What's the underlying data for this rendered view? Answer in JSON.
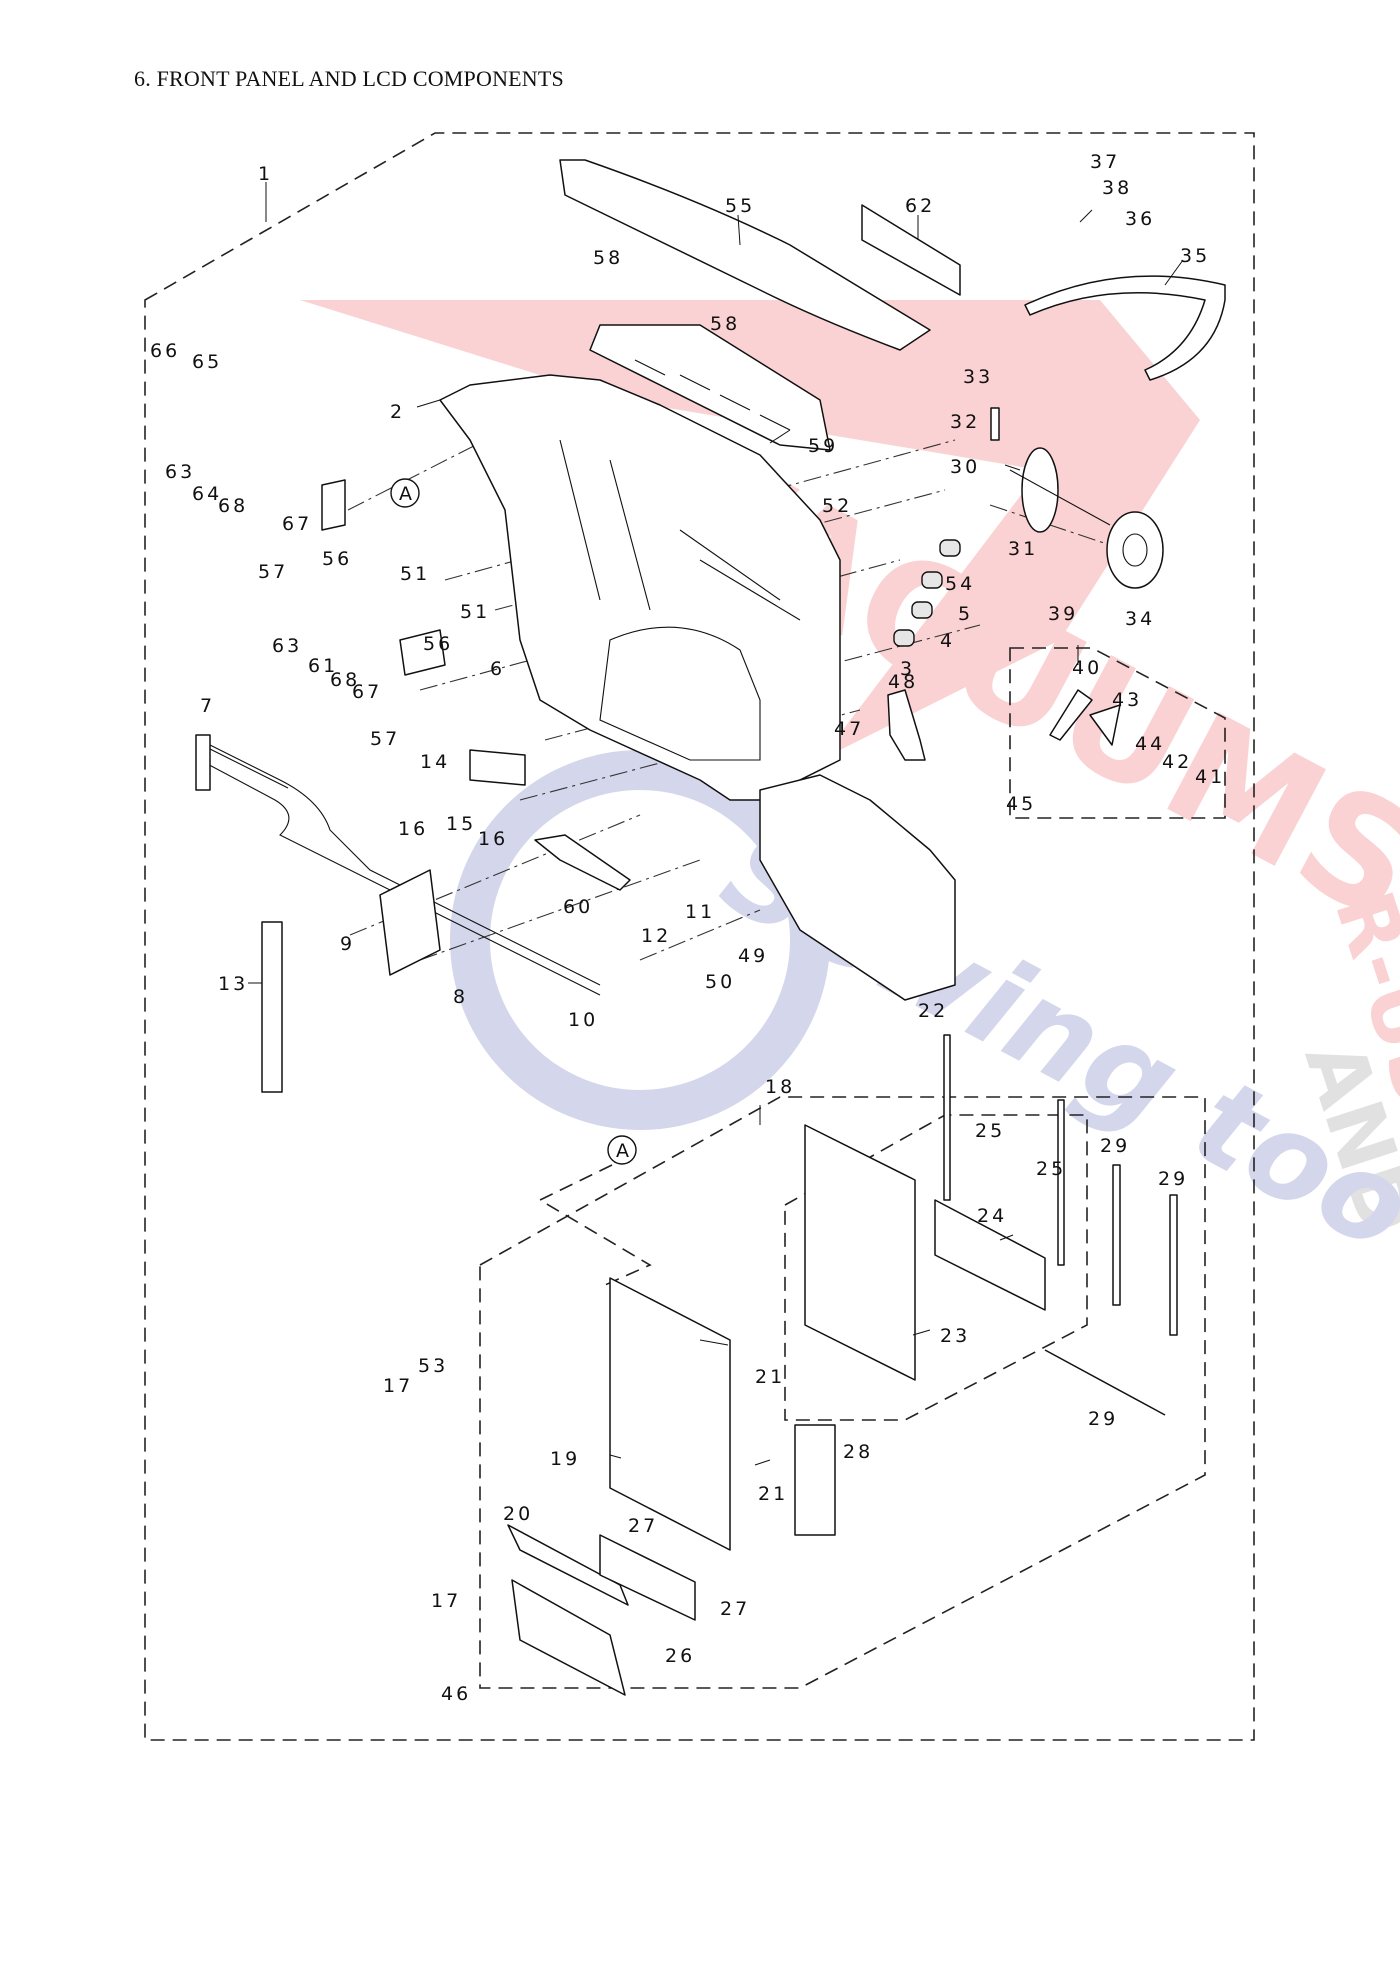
{
  "title": "6. FRONT PANEL AND LCD COMPONENTS",
  "diagram": {
    "callouts": [
      {
        "id": "c1",
        "label": "1"
      },
      {
        "id": "c2",
        "label": "2"
      },
      {
        "id": "c3",
        "label": "3"
      },
      {
        "id": "c4",
        "label": "4"
      },
      {
        "id": "c5",
        "label": "5"
      },
      {
        "id": "c6",
        "label": "6"
      },
      {
        "id": "c7",
        "label": "7"
      },
      {
        "id": "c8",
        "label": "8"
      },
      {
        "id": "c9",
        "label": "9"
      },
      {
        "id": "c10",
        "label": "10"
      },
      {
        "id": "c11",
        "label": "11"
      },
      {
        "id": "c12",
        "label": "12"
      },
      {
        "id": "c13",
        "label": "13"
      },
      {
        "id": "c14",
        "label": "14"
      },
      {
        "id": "c15",
        "label": "15"
      },
      {
        "id": "c16a",
        "label": "16"
      },
      {
        "id": "c16b",
        "label": "16"
      },
      {
        "id": "c17a",
        "label": "17"
      },
      {
        "id": "c17b",
        "label": "17"
      },
      {
        "id": "c18",
        "label": "18"
      },
      {
        "id": "c19",
        "label": "19"
      },
      {
        "id": "c20",
        "label": "20"
      },
      {
        "id": "c21a",
        "label": "21"
      },
      {
        "id": "c21b",
        "label": "21"
      },
      {
        "id": "c22",
        "label": "22"
      },
      {
        "id": "c23",
        "label": "23"
      },
      {
        "id": "c24",
        "label": "24"
      },
      {
        "id": "c25a",
        "label": "25"
      },
      {
        "id": "c25b",
        "label": "25"
      },
      {
        "id": "c26",
        "label": "26"
      },
      {
        "id": "c27a",
        "label": "27"
      },
      {
        "id": "c27b",
        "label": "27"
      },
      {
        "id": "c28",
        "label": "28"
      },
      {
        "id": "c29a",
        "label": "29"
      },
      {
        "id": "c29b",
        "label": "29"
      },
      {
        "id": "c29c",
        "label": "29"
      },
      {
        "id": "c30",
        "label": "30"
      },
      {
        "id": "c31",
        "label": "31"
      },
      {
        "id": "c32",
        "label": "32"
      },
      {
        "id": "c33",
        "label": "33"
      },
      {
        "id": "c34",
        "label": "34"
      },
      {
        "id": "c35",
        "label": "35"
      },
      {
        "id": "c36",
        "label": "36"
      },
      {
        "id": "c37",
        "label": "37"
      },
      {
        "id": "c38",
        "label": "38"
      },
      {
        "id": "c39",
        "label": "39"
      },
      {
        "id": "c40",
        "label": "40"
      },
      {
        "id": "c41",
        "label": "41"
      },
      {
        "id": "c42",
        "label": "42"
      },
      {
        "id": "c43",
        "label": "43"
      },
      {
        "id": "c44",
        "label": "44"
      },
      {
        "id": "c45",
        "label": "45"
      },
      {
        "id": "c46",
        "label": "46"
      },
      {
        "id": "c47",
        "label": "47"
      },
      {
        "id": "c48",
        "label": "48"
      },
      {
        "id": "c49",
        "label": "49"
      },
      {
        "id": "c50",
        "label": "50"
      },
      {
        "id": "c51a",
        "label": "51"
      },
      {
        "id": "c51b",
        "label": "51"
      },
      {
        "id": "c52",
        "label": "52"
      },
      {
        "id": "c53",
        "label": "53"
      },
      {
        "id": "c54",
        "label": "54"
      },
      {
        "id": "c55",
        "label": "55"
      },
      {
        "id": "c56a",
        "label": "56"
      },
      {
        "id": "c56b",
        "label": "56"
      },
      {
        "id": "c57a",
        "label": "57"
      },
      {
        "id": "c57b",
        "label": "57"
      },
      {
        "id": "c58a",
        "label": "58"
      },
      {
        "id": "c58b",
        "label": "58"
      },
      {
        "id": "c59",
        "label": "59"
      },
      {
        "id": "c60",
        "label": "60"
      },
      {
        "id": "c61",
        "label": "61"
      },
      {
        "id": "c62",
        "label": "62"
      },
      {
        "id": "c63a",
        "label": "63"
      },
      {
        "id": "c63b",
        "label": "63"
      },
      {
        "id": "c64",
        "label": "64"
      },
      {
        "id": "c65",
        "label": "65"
      },
      {
        "id": "c66",
        "label": "66"
      },
      {
        "id": "c67a",
        "label": "67"
      },
      {
        "id": "c67b",
        "label": "67"
      },
      {
        "id": "c68a",
        "label": "68"
      },
      {
        "id": "c68b",
        "label": "68"
      }
    ],
    "refs": [
      {
        "id": "refA1",
        "label": "A"
      },
      {
        "id": "refA2",
        "label": "A"
      }
    ]
  },
  "watermark": {
    "line1": "VACUUMS",
    "line2": "R-US",
    "line3": "AND",
    "line4": "Sewing too",
    "colors": {
      "red": "#e8343a",
      "blue": "#3d4aa8"
    }
  }
}
